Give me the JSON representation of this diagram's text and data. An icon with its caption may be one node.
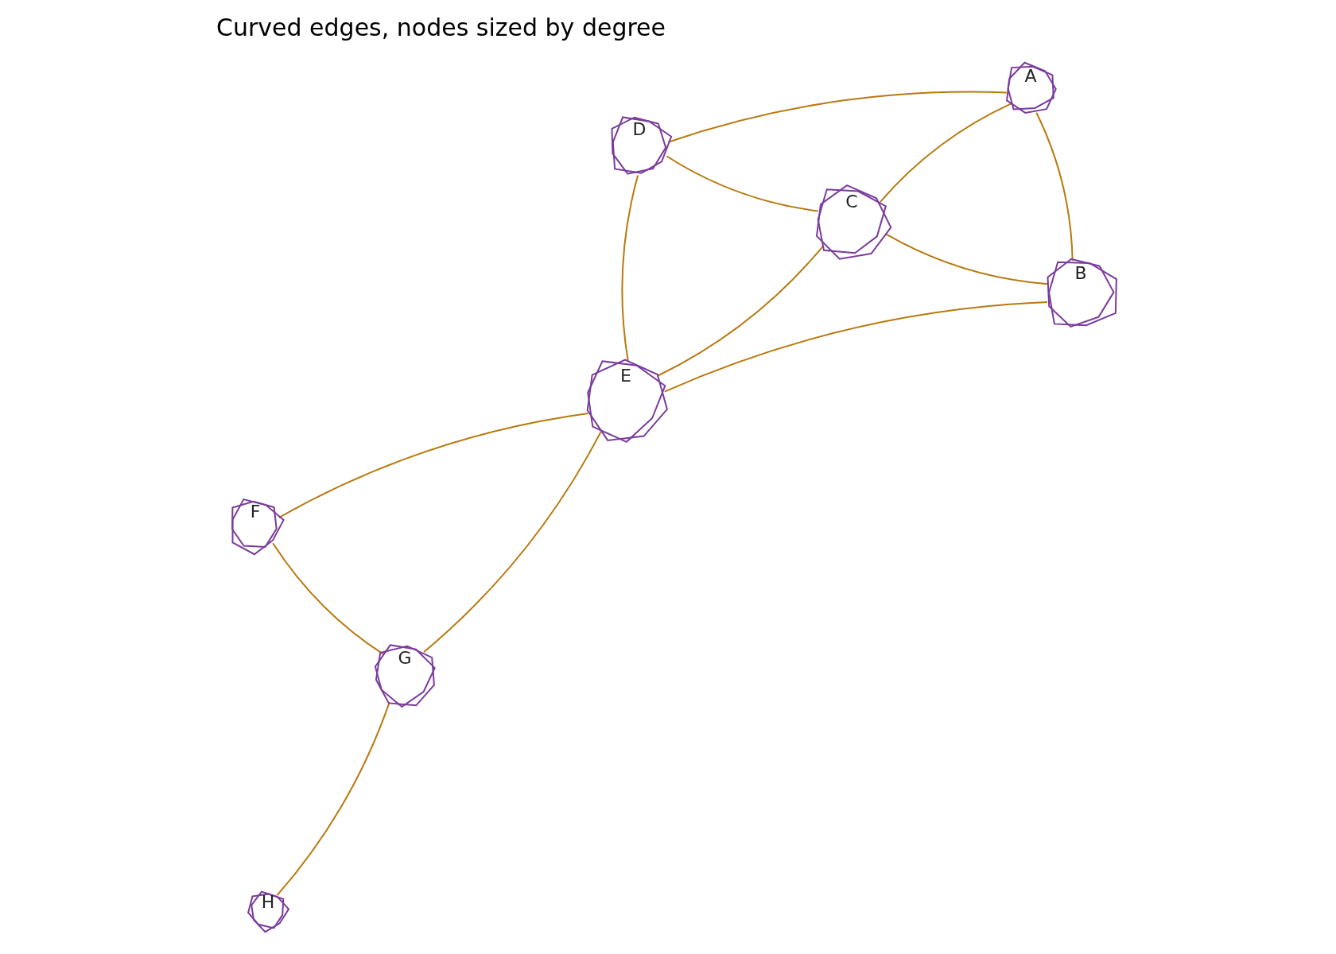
{
  "diagram": {
    "title": "Curved edges, nodes sized by degree",
    "nodes": [
      {
        "text": [
          "A"
        ]
      },
      {
        "text": [
          "B"
        ]
      },
      {
        "text": [
          "C"
        ]
      },
      {
        "text": [
          "D"
        ]
      },
      {
        "text": [
          "E"
        ]
      },
      {
        "text": [
          "F"
        ]
      },
      {
        "text": [
          "G"
        ]
      },
      {
        "text": [
          "H"
        ]
      }
    ],
    "edges": [
      {
        "from": 0,
        "to": 3,
        "arrow": "none"
      },
      {
        "from": 0,
        "to": 1,
        "arrow": "none"
      },
      {
        "from": 0,
        "to": 2,
        "arrow": "none"
      },
      {
        "from": 2,
        "to": 3,
        "arrow": "none"
      },
      {
        "from": 2,
        "to": 1,
        "arrow": "none"
      },
      {
        "from": 2,
        "to": 4,
        "arrow": "none"
      },
      {
        "from": 3,
        "to": 4,
        "arrow": "none"
      },
      {
        "from": 4,
        "to": 6,
        "arrow": "none"
      },
      {
        "from": 4,
        "to": 5,
        "arrow": "none"
      },
      {
        "from": 4,
        "to": 1,
        "arrow": "none"
      },
      {
        "from": 5,
        "to": 6,
        "arrow": "none"
      },
      {
        "from": 6,
        "to": 7,
        "arrow": "none"
      }
    ]
  }
}
